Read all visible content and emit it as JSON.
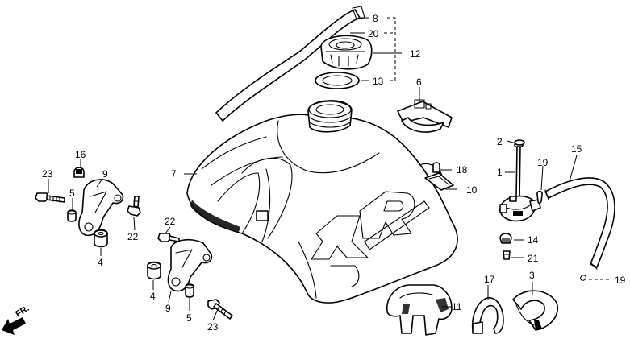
{
  "diagram": {
    "callouts": {
      "c1": "1",
      "c2": "2",
      "c3": "3",
      "c4a": "4",
      "c4b": "4",
      "c5a": "5",
      "c5b": "5",
      "c6": "6",
      "c7": "7",
      "c8": "8",
      "c9a": "9",
      "c9b": "9",
      "c10": "10",
      "c11": "11",
      "c12": "12",
      "c13": "13",
      "c14": "14",
      "c15": "15",
      "c16": "16",
      "c17": "17",
      "c18": "18",
      "c19a": "19",
      "c19b": "19",
      "c20": "20",
      "c21": "21",
      "c22a": "22",
      "c22b": "22",
      "c23a": "23",
      "c23b": "23"
    },
    "front_marker": "FR."
  }
}
